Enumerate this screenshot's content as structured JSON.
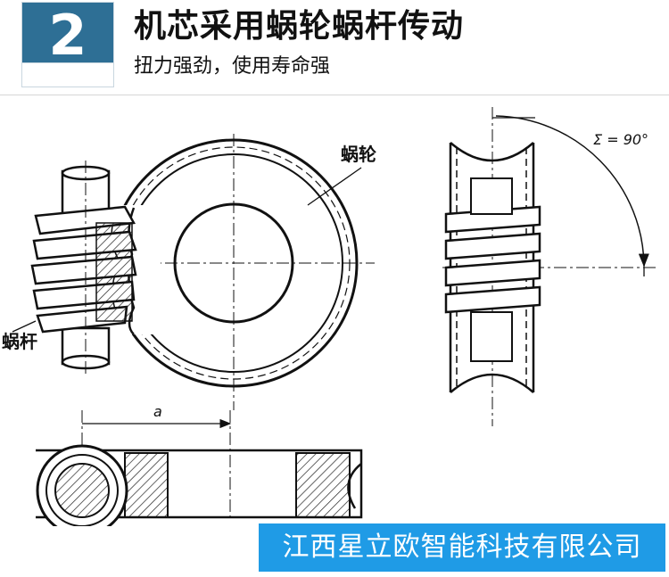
{
  "header": {
    "step_number": "2",
    "title": "机芯采用蜗轮蜗杆传动",
    "subtitle": "扭力强劲，使用寿命强"
  },
  "diagram": {
    "label_worm_wheel": "蜗轮",
    "label_worm": "蜗杆",
    "label_angle": "Σ = 90°",
    "label_distance": "a"
  },
  "footer": {
    "company": "江西星立欧智能科技有限公司"
  },
  "colors": {
    "badge": "#2e6f95",
    "banner": "#1f9be6",
    "line": "#111111"
  }
}
